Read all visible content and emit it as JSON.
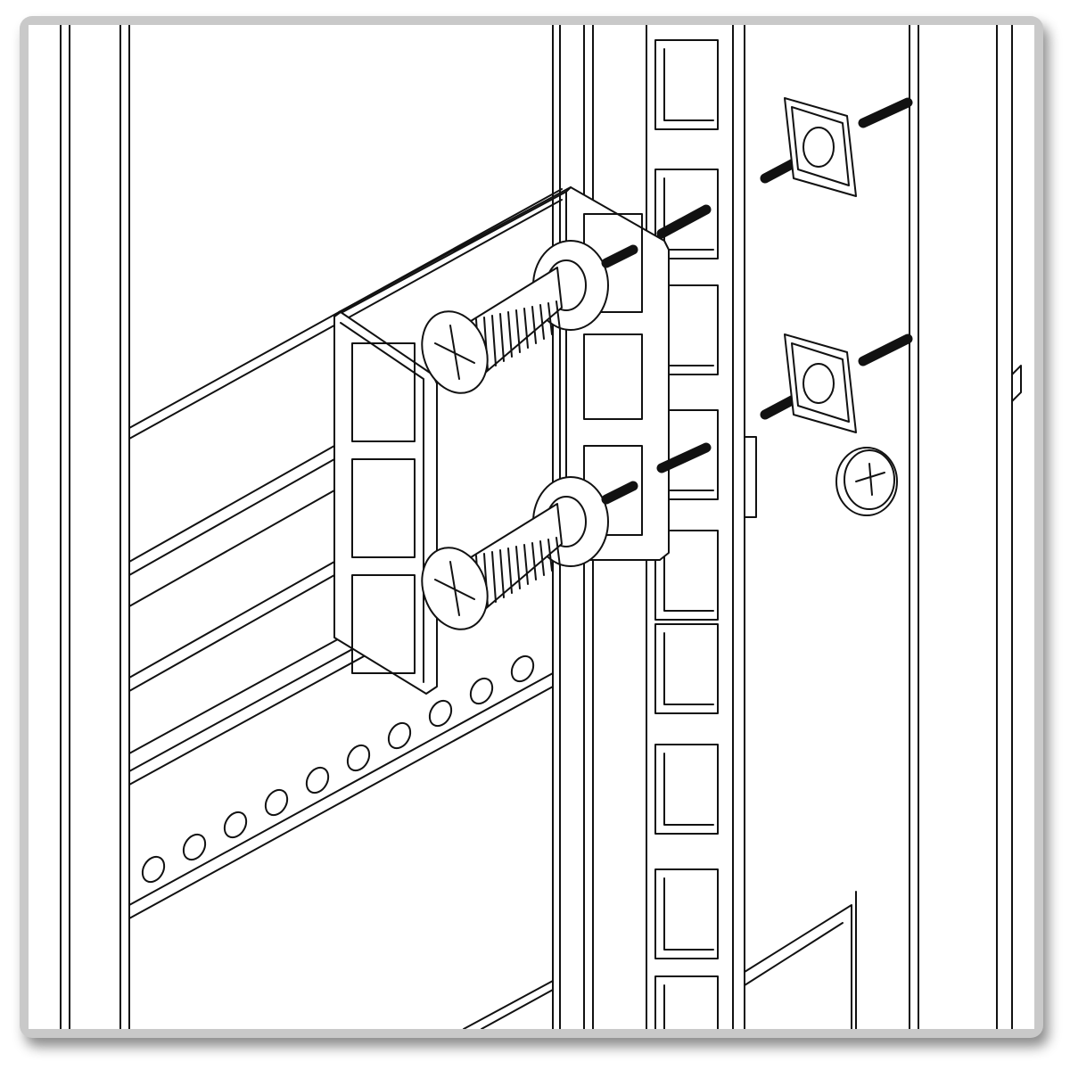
{
  "illustration": {
    "subject": "rack-rail-adapter-bracket-installation",
    "colors": {
      "line": "#111111",
      "frame": "#c9c9c9",
      "background": "#ffffff"
    },
    "parts": [
      "rack-post",
      "adapter-bracket",
      "screw",
      "washer",
      "cage-nut",
      "mounting-screw"
    ]
  }
}
